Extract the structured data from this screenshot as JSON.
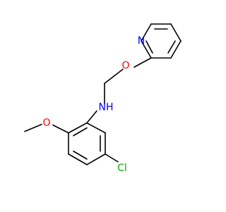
{
  "structure": {
    "colors": {
      "bond": "#000000",
      "nitrogen": "#0000ff",
      "oxygen": "#ff0000",
      "chlorine": "#00b000",
      "background": "#ffffff"
    },
    "atoms": {
      "pyridine_n": {
        "label": "N",
        "element": "nitrogen"
      },
      "ether_o": {
        "label": "O",
        "element": "oxygen"
      },
      "amine_nh": {
        "label": "NH",
        "element": "nitrogen"
      },
      "methoxy_o": {
        "label": "O",
        "element": "oxygen"
      },
      "chloro": {
        "label": "Cl",
        "element": "chlorine"
      }
    }
  }
}
